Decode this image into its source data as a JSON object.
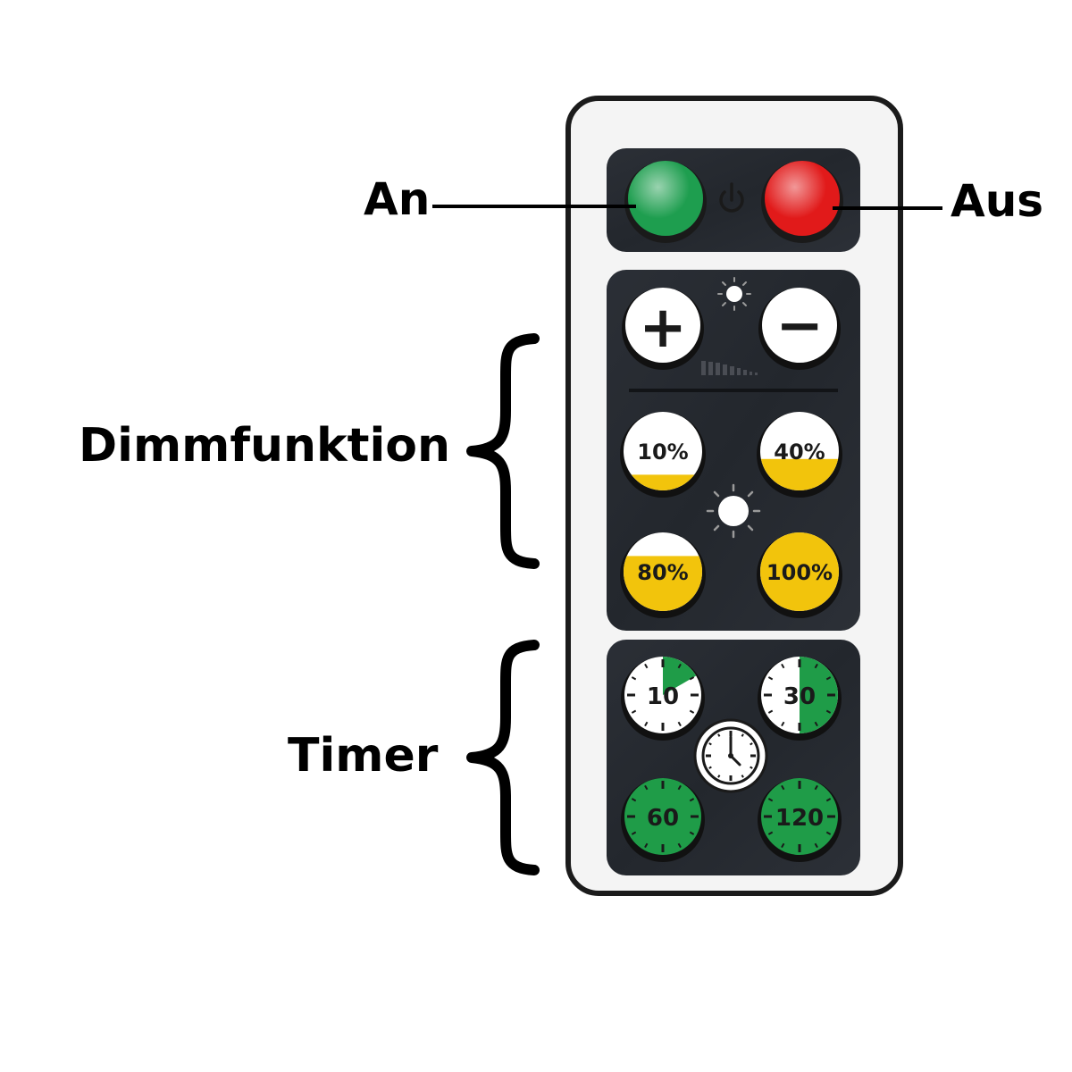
{
  "callouts": {
    "on": "An",
    "off": "Aus",
    "dimming": "Dimmfunktion",
    "timer": "Timer"
  },
  "buttons": {
    "on_color": "#1e9e4f",
    "off_color": "#e11a1a",
    "plus_symbol": "+",
    "minus_symbol": "−",
    "dim_10": "10%",
    "dim_40": "40%",
    "dim_80": "80%",
    "dim_100": "100%",
    "timer_10": "10",
    "timer_30": "30",
    "timer_60": "60",
    "timer_120": "120"
  },
  "levels": {
    "dim_10": 0.2,
    "dim_40": 0.4,
    "dim_80": 0.7,
    "dim_100": 1.0
  },
  "colors": {
    "remote_body": "#f4f4f4",
    "remote_outline": "#1b1b1b",
    "panel": "#262a31",
    "dim_fill": "#f2c40c",
    "timer_green": "#1f9c48"
  }
}
